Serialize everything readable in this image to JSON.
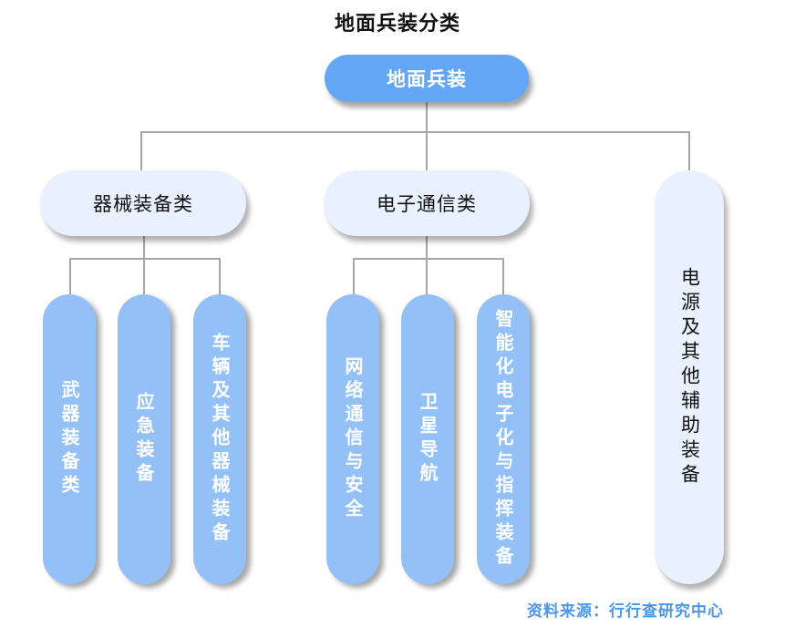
{
  "title": "地面兵装分类",
  "root": {
    "label": "地面兵装"
  },
  "categories": [
    {
      "label": "器械装备类",
      "children": [
        "武器装备类",
        "应急装备",
        "车辆及其他器械装备"
      ]
    },
    {
      "label": "电子通信类",
      "children": [
        "网络通信与安全",
        "卫星导航",
        "智能化电子化与指挥装备"
      ]
    },
    {
      "label": "电源及其他辅助装备",
      "children": []
    }
  ],
  "source": "资料来源：行行查研究中心",
  "colors": {
    "root_fill": "#62a6f5",
    "category_fill": "#e8f1fd",
    "leaf_fill": "#93c0f6",
    "connector": "#a6a6a6",
    "source_text": "#4b97f0"
  }
}
